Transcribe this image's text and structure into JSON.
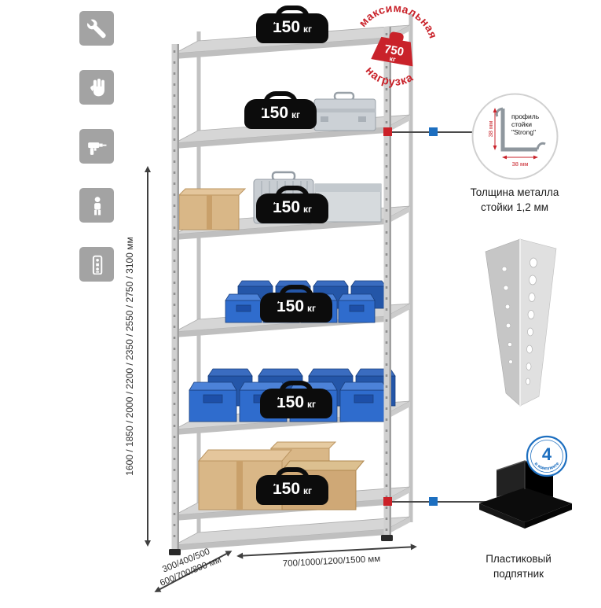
{
  "stamp": {
    "arc_top": "максимальная",
    "arc_bottom": "нагрузка",
    "value": "750",
    "unit": "кг"
  },
  "shelf_loads": [
    {
      "value": "150",
      "unit": "кг"
    },
    {
      "value": "150",
      "unit": "кг"
    },
    {
      "value": "150",
      "unit": "кг"
    },
    {
      "value": "150",
      "unit": "кг"
    },
    {
      "value": "150",
      "unit": "кг"
    },
    {
      "value": "150",
      "unit": "кг"
    }
  ],
  "dimensions": {
    "height": "1600 / 1850 / 2000 / 2200 / 2350 / 2550 / 2750 / 3100 мм",
    "depth_line1": "300/400/500",
    "depth_line2": "600/700/800 мм",
    "width": "700/1000/1200/1500 мм"
  },
  "profile_detail": {
    "dim_vertical": "38 мм",
    "dim_horizontal": "38 мм",
    "label_line1": "профиль",
    "label_line2": "стойки",
    "label_line3": "\"Strong\"",
    "caption_line1": "Толщина металла",
    "caption_line2": "стойки 1,2 мм"
  },
  "foot_detail": {
    "badge_value": "4",
    "badge_text": "в комплекте",
    "caption_line1": "Пластиковый",
    "caption_line2": "подпятник"
  },
  "left_icons": [
    {
      "name": "wrench-icon"
    },
    {
      "name": "gloves-icon"
    },
    {
      "name": "drill-icon"
    },
    {
      "name": "person-icon"
    },
    {
      "name": "hardware-icon"
    }
  ],
  "colors": {
    "accent_red": "#cb2128",
    "accent_blue": "#1d6fc0",
    "bin_blue": "#2f6ccd",
    "metal_gray": "#d6d6d6"
  }
}
